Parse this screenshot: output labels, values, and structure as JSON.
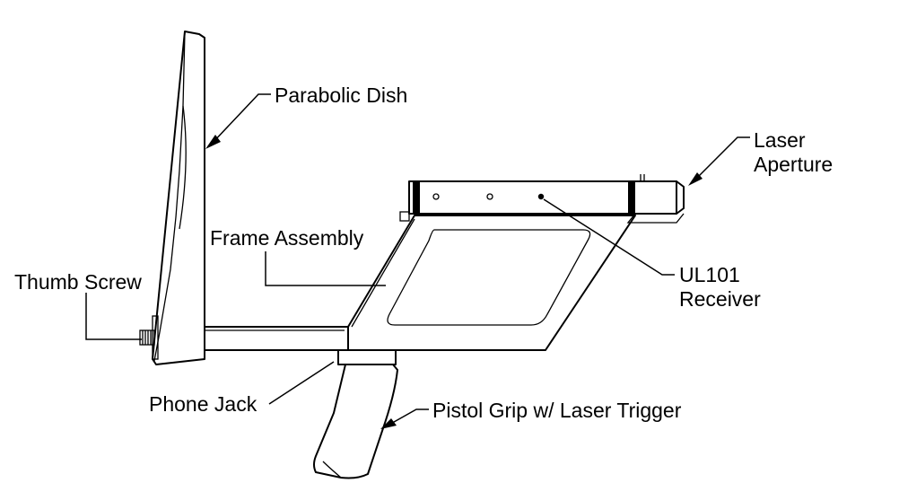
{
  "labels": {
    "parabolic_dish": "Parabolic Dish",
    "laser_aperture_line1": "Laser",
    "laser_aperture_line2": "Aperture",
    "frame_assembly": "Frame Assembly",
    "thumb_screw": "Thumb Screw",
    "receiver_line1": "UL101",
    "receiver_line2": "Receiver",
    "phone_jack": "Phone Jack",
    "pistol_grip": "Pistol Grip w/ Laser Trigger"
  }
}
